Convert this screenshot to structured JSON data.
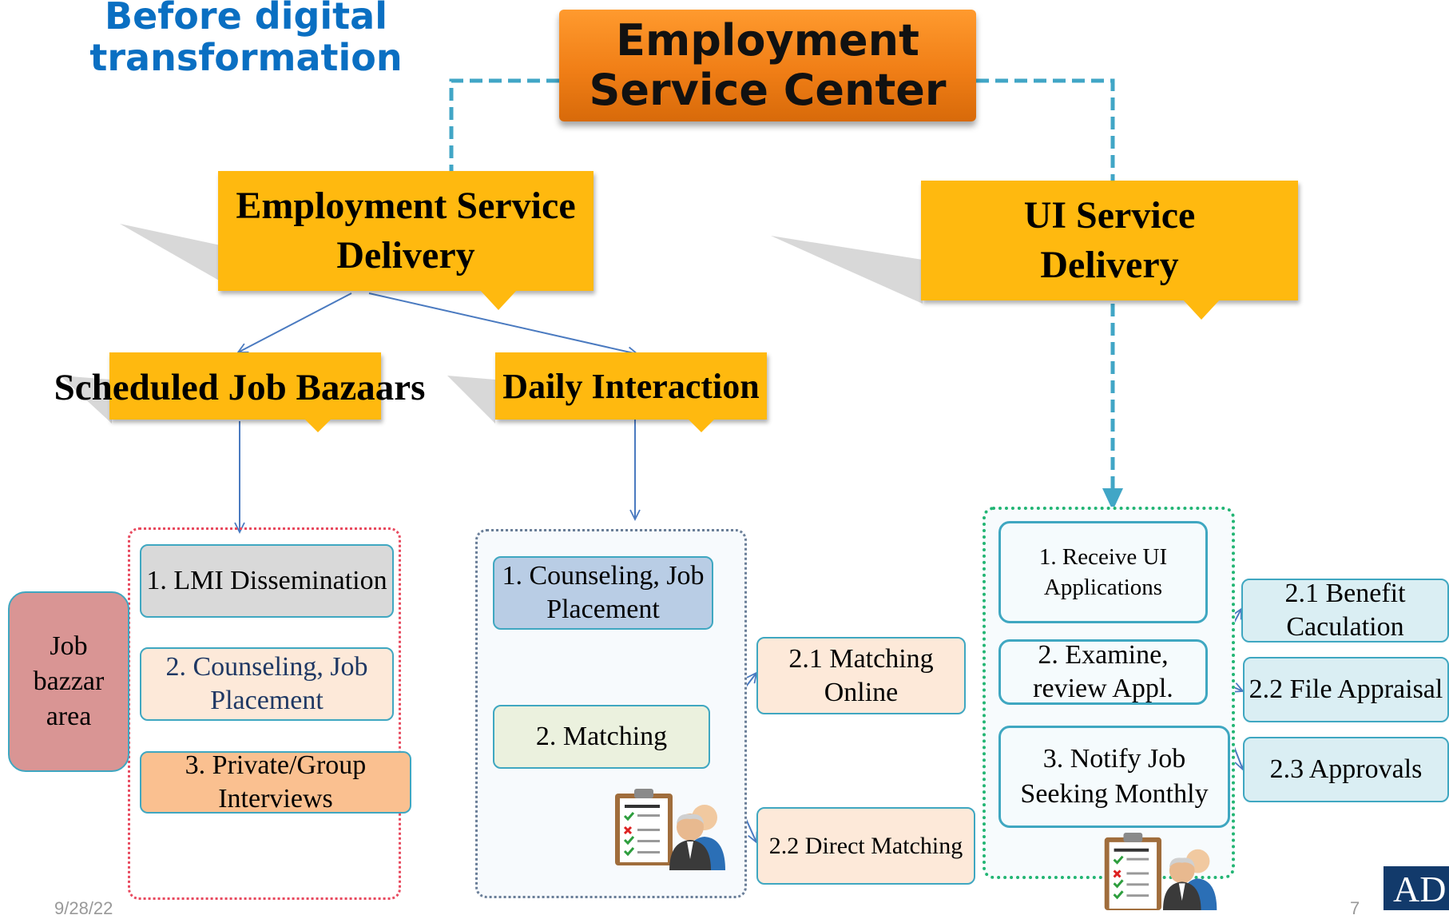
{
  "slide": {
    "title": "Before digital transformation",
    "date": "9/28/22",
    "page_number": "7",
    "logo_text": "AD"
  },
  "center": {
    "label": "Employment Service Center"
  },
  "branches": {
    "employment": {
      "label": "Employment Service Delivery"
    },
    "ui": {
      "label": "UI Service Delivery"
    }
  },
  "sub_branches": {
    "bazaars": {
      "label": "Scheduled Job Bazaars"
    },
    "daily": {
      "label": "Daily Interaction"
    }
  },
  "bazaar_group": {
    "side_label": "Job bazzar area",
    "items": [
      {
        "label": "1.  LMI Dissemination"
      },
      {
        "label": "2.  Counseling, Job Placement"
      },
      {
        "label": "3.  Private/Group Interviews"
      }
    ]
  },
  "daily_group": {
    "items": [
      {
        "label": "1. Counseling, Job Placement"
      },
      {
        "label": "2. Matching"
      }
    ],
    "matching_children": [
      {
        "label": "2.1 Matching Online"
      },
      {
        "label": "2.2 Direct Matching"
      }
    ],
    "icon": "checklist-interview-icon"
  },
  "ui_group": {
    "items": [
      {
        "label": "1. Receive UI Applications"
      },
      {
        "label": "2. Examine, review Appl."
      },
      {
        "label": "3. Notify Job Seeking Monthly"
      }
    ],
    "review_children": [
      {
        "label": "2.1 Benefit Caculation"
      },
      {
        "label": "2.2 File Appraisal"
      },
      {
        "label": "2.3 Approvals"
      }
    ],
    "icon": "checklist-interview-icon"
  },
  "colors": {
    "title_blue": "#0a6fc2",
    "center_orange": "#f07e16",
    "callout_yellow": "#ffb90f",
    "dashed_connector": "#41a6c6",
    "solid_connector": "#4a7ac0",
    "lmi_gray": "#d9d9d9",
    "peach": "#fde9d9",
    "orange_light": "#fac090",
    "blue_light": "#b9cde5",
    "green_light": "#ebf1de",
    "ui_light_blue": "#daeef3",
    "job_area_rose": "#d99594"
  }
}
